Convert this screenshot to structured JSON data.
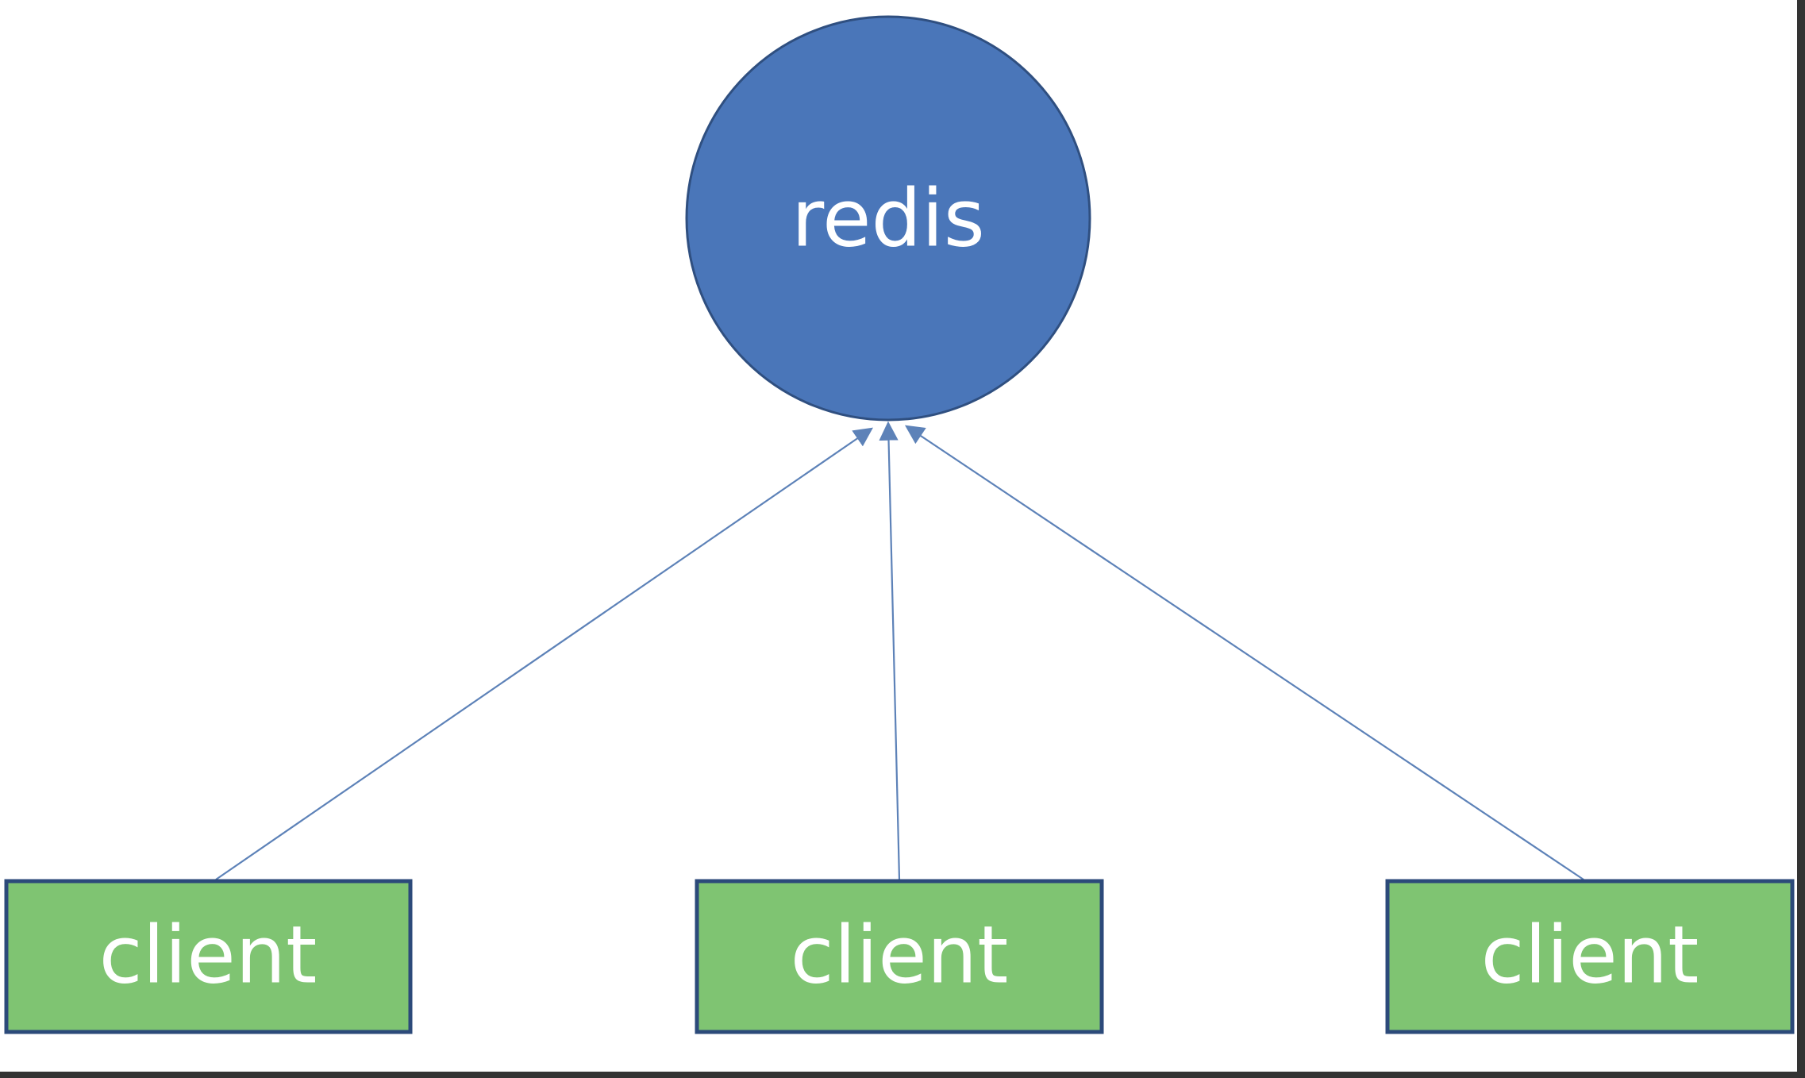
{
  "colors": {
    "background": "#ffffff",
    "server_fill": "#4a76b9",
    "server_stroke": "#2f4f80",
    "client_fill": "#7fc472",
    "client_stroke": "#2c4a7a",
    "edge": "#5d82b8",
    "frame_border": "#333333"
  },
  "server": {
    "label": "redis"
  },
  "clients": [
    {
      "label": "client"
    },
    {
      "label": "client"
    },
    {
      "label": "client"
    }
  ],
  "edges": [
    {
      "from": "client-0",
      "to": "server"
    },
    {
      "from": "client-1",
      "to": "server"
    },
    {
      "from": "client-2",
      "to": "server"
    }
  ]
}
